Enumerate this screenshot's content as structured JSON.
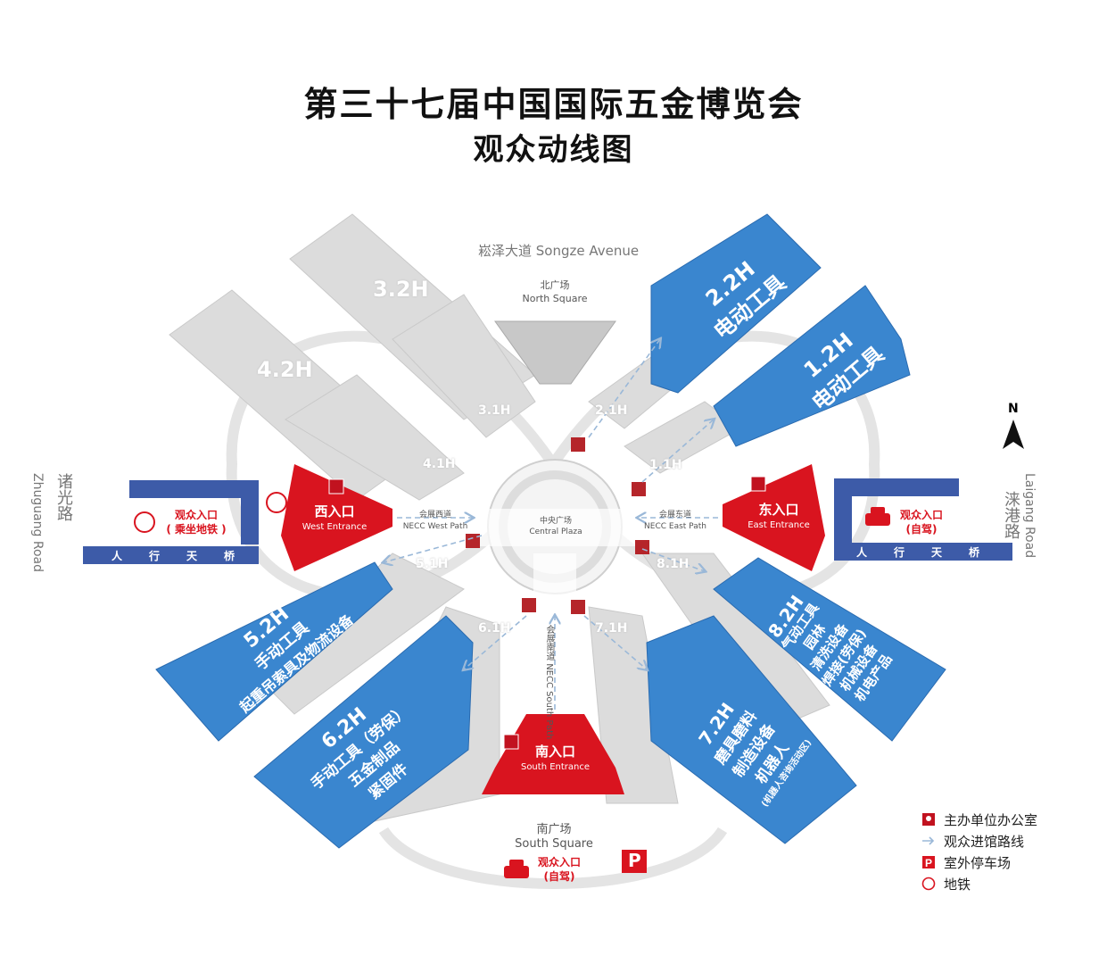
{
  "title": {
    "line1": "第三十七届中国国际五金博览会",
    "line2": "观众动线图"
  },
  "roads": {
    "north": "崧泽大道 Songze Avenue",
    "west_zh": "诸光路",
    "west_en": "Zhuguang Road",
    "east_zh": "涞港路",
    "east_en": "Laigang Road"
  },
  "squares": {
    "north_zh": "北广场",
    "north_en": "North Square",
    "central_zh": "中央广场",
    "central_en": "Central Plaza",
    "south_zh": "南广场",
    "south_en": "South Square"
  },
  "paths": {
    "west_zh": "会展西道",
    "west_en": "NECC West Path",
    "east_zh": "会展东道",
    "east_en": "NECC East Path",
    "south_zh": "会展南道",
    "south_en": "NECC South Path"
  },
  "entrances": {
    "west_zh": "西入口",
    "west_en": "West Entrance",
    "east_zh": "东入口",
    "east_en": "East Entrance",
    "south_zh": "南入口",
    "south_en": "South Entrance"
  },
  "grey_halls": [
    "3.2H",
    "4.2H",
    "3.1H",
    "4.1H",
    "2.1H",
    "1.1H",
    "5.1H",
    "8.1H",
    "6.1H",
    "7.1H"
  ],
  "blue_halls": {
    "h22": {
      "code": "2.2H",
      "line1": "电动工具"
    },
    "h12": {
      "code": "1.2H",
      "line1": "电动工具"
    },
    "h52": {
      "code": "5.2H",
      "line1": "手动工具",
      "line2": "起重吊索具及物流设备"
    },
    "h62": {
      "code": "6.2H",
      "line1": "手动工具（劳保）",
      "line2": "五金制品",
      "line3": "紧固件"
    },
    "h72": {
      "code": "7.2H",
      "line1": "磨具磨料",
      "line2": "制造设备",
      "line3": "机器人",
      "line4": "(机器人咨询活动区)"
    },
    "h82": {
      "code": "8.2H",
      "line1": "气动工具",
      "line2": "园林",
      "line3": "清洗设备",
      "line4": "焊接(劳保)",
      "line5": "机械设备",
      "line6": "机电产品"
    }
  },
  "visitor_entrances": {
    "west_line1": "观众入口",
    "west_line2": "( 乘坐地铁 )",
    "east_line1": "观众入口",
    "east_line2": "(自驾)",
    "south_line1": "观众入口",
    "south_line2": "(自驾)"
  },
  "bridge": {
    "west": "人行天桥",
    "east": "人行天桥"
  },
  "parking_glyph": "P",
  "legend": [
    {
      "icon": "office-icon",
      "label": "主办单位办公室"
    },
    {
      "icon": "route-arrow-icon",
      "label": "观众进馆路线"
    },
    {
      "icon": "parking-icon",
      "label": "室外停车场"
    },
    {
      "icon": "metro-icon",
      "label": "地铁"
    }
  ],
  "colors": {
    "blue": "#3a86cf",
    "blue_dark": "#2a6bb0",
    "red": "#d9141f",
    "grey": "#dcdcdc",
    "grey_dark": "#c8c8c8",
    "navy": "#3d5ba8"
  },
  "compass": "N"
}
